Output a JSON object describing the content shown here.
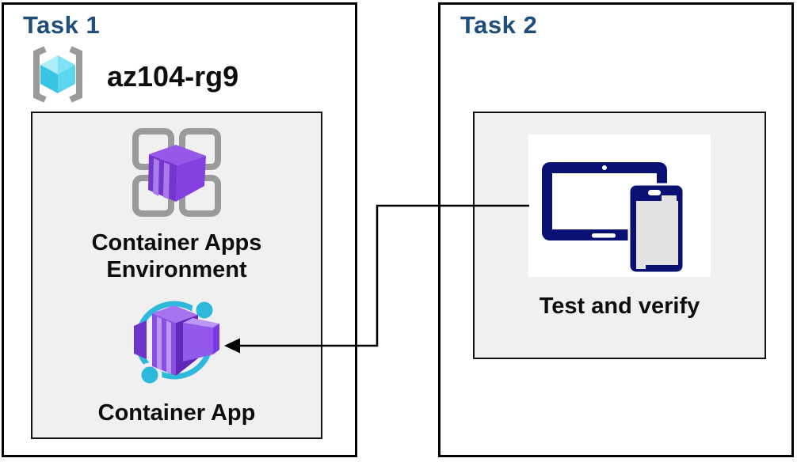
{
  "diagram": {
    "task1": {
      "title": "Task 1",
      "resource_group_label": "az104-rg9",
      "environment_label": [
        "Container Apps",
        "Environment"
      ],
      "app_label": "Container App"
    },
    "task2": {
      "title": "Task 2",
      "verify_label": "Test and verify"
    },
    "icons": {
      "resource_group": "resource-group-icon",
      "environment": "container-apps-environment-icon",
      "app": "container-app-icon",
      "devices": "tablet-phone-devices-icon",
      "connector": "arrow-connector"
    },
    "colors": {
      "task_title": "#1E4E79",
      "label_text": "#0D0D0D",
      "box_border": "#000000",
      "inner_box_fill": "#F0F0F0",
      "device_navy": "#0B1172",
      "device_screen_gray": "#E2E2E2",
      "icon_cyan": "#2CB9DC",
      "icon_purple": "#8A4EE6",
      "bracket_gray": "#9A9A9A",
      "rg_cube_cyan": "#7EE1F4"
    }
  }
}
